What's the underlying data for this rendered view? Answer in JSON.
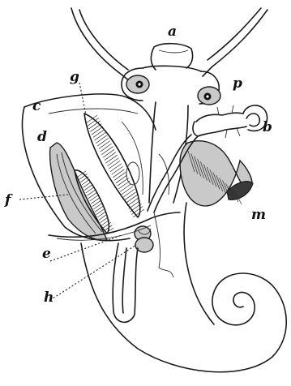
{
  "labels": {
    "a": "a",
    "b": "b",
    "c": "c",
    "d": "d",
    "e": "e",
    "f": "f",
    "g": "g",
    "h": "h",
    "m": "m",
    "p": "p"
  },
  "colors": {
    "ink": "#1a1a1a",
    "background": "#ffffff",
    "shade": "#c9c9c9"
  }
}
